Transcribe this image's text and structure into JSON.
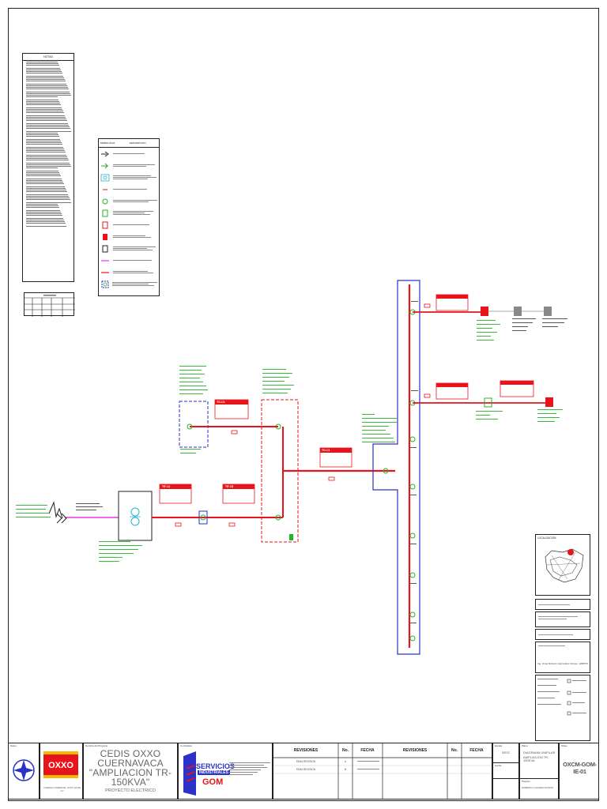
{
  "notes": {
    "title": "NOTAS"
  },
  "legend": {
    "col_symbol": "SIMBOLOGIA",
    "col_description": "DESCRIPCION"
  },
  "diagram": {
    "lower_cable_labels": [
      "TR 1A",
      "TR 1B"
    ],
    "feeder_labels": [
      "TG-C1",
      "TG-C2"
    ]
  },
  "title_block": {
    "company_label": "Datos",
    "owner": "CADENA COMERCIAL OXXO SA DE CV",
    "project_label": "Nombre del Proyecto",
    "project_lines": [
      "CEDIS OXXO",
      "CUERNAVACA",
      "\"AMPLIACION TR-150KVA\""
    ],
    "project_type": "PROYECTO ELECTRICO",
    "contractor_label": "Contratista",
    "contractor_name_1": "SERVICIOS",
    "contractor_name_2": "INDUSTRIALES",
    "contractor_name_3": "GOM",
    "revisions_header": "REVISIONES",
    "no_header": "No.",
    "date_header": "FECHA",
    "revisions": [
      {
        "desc": "PARA REVISION",
        "no": "A"
      },
      {
        "desc": "PARA REVISION",
        "no": "B"
      }
    ],
    "plan_label": "Plano",
    "plan_title_1": "DIAGRAMA UNIFILAR",
    "plan_title_2": "AMPLIACION TR-150KVA",
    "scale_label": "Escala",
    "scale_value": "S/ESC",
    "date_label": "Fecha",
    "drawing_no_label": "Clave",
    "drawing_no": "OXCM-GOM-IE-01",
    "prepared_label": "Preparo",
    "prepared_by": "ROBERTO LUGARDA DONATO"
  },
  "side_panel": {
    "engineer": "Ing. Omar Roberto Hernandez Ortega",
    "license": "1068573",
    "location_label": "LOCALIZACION"
  },
  "colors": {
    "red": "#e8141b",
    "blue": "#2a32c8",
    "green": "#27b327",
    "magenta": "#e638e6"
  }
}
